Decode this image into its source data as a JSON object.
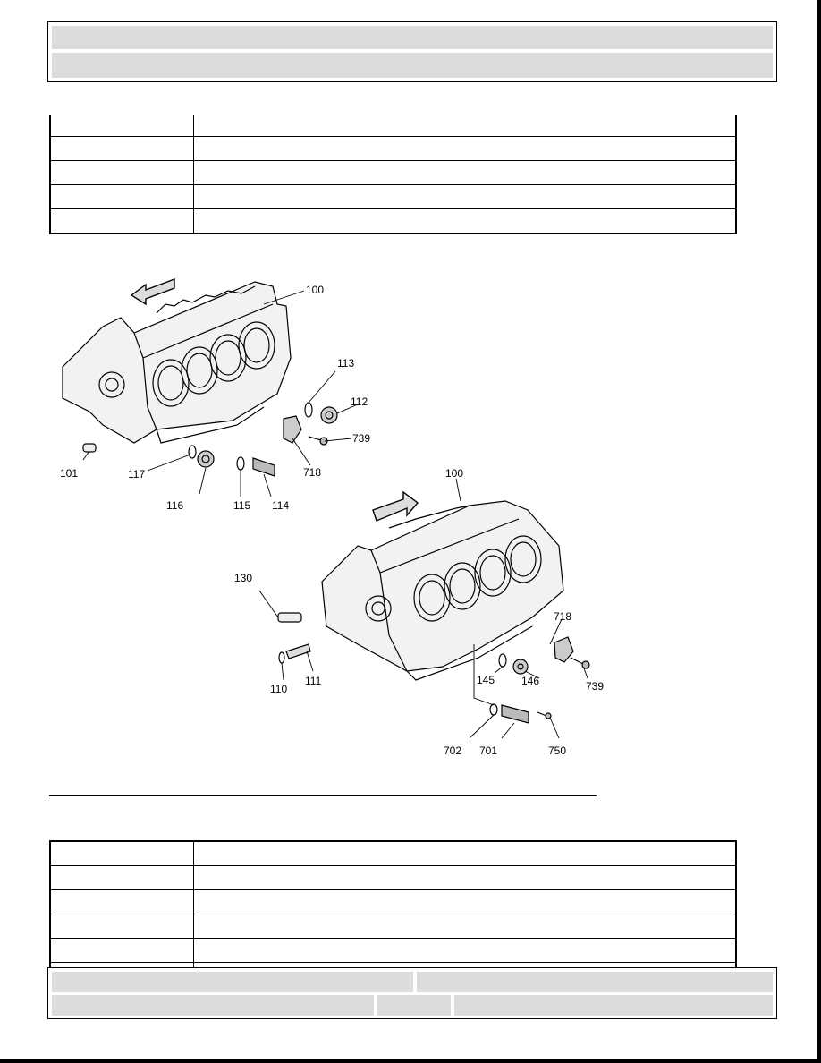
{
  "header": {
    "title": "",
    "subtitle": ""
  },
  "spec_table_top": {
    "rows": [
      {
        "col1": "",
        "col2": ""
      },
      {
        "col1": "",
        "col2": ""
      },
      {
        "col1": "",
        "col2": ""
      },
      {
        "col1": "",
        "col2": ""
      },
      {
        "col1": "",
        "col2": ""
      }
    ]
  },
  "figure": {
    "callouts": [
      "100",
      "113",
      "112",
      "739",
      "718",
      "101",
      "117",
      "116",
      "115",
      "114",
      "100",
      "130",
      "718",
      "110",
      "111",
      "145",
      "146",
      "739",
      "702",
      "701",
      "750"
    ]
  },
  "spec_table_bottom": {
    "rows": [
      {
        "col1": "",
        "col2": ""
      },
      {
        "col1": "",
        "col2": ""
      },
      {
        "col1": "",
        "col2": ""
      },
      {
        "col1": "",
        "col2": ""
      },
      {
        "col1": "",
        "col2": ""
      },
      {
        "col1": "",
        "col2": ""
      }
    ]
  },
  "footer": {
    "left_top": "",
    "right_top": "",
    "left_bottom": "",
    "middle_bottom": "",
    "right_bottom": ""
  }
}
